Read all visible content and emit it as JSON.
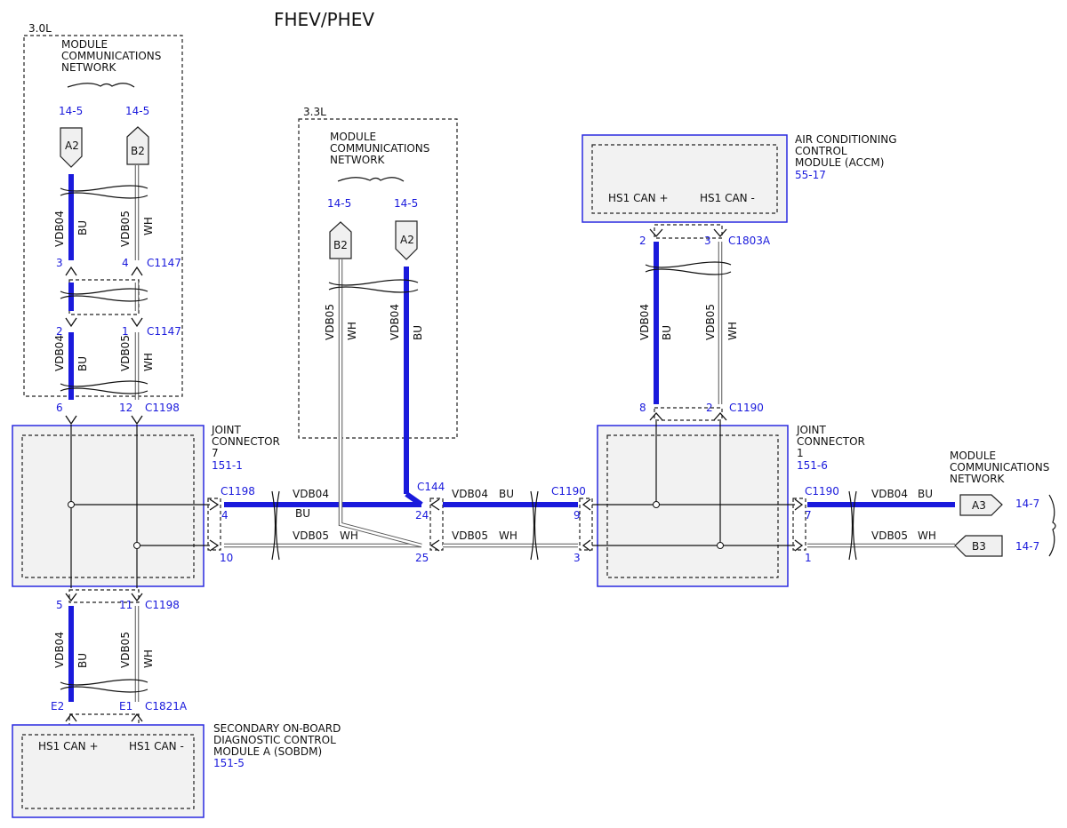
{
  "title": "FHEV/PHEV",
  "engine_30": {
    "label": "3.0L",
    "network_label": [
      "MODULE",
      "COMMUNICATIONS",
      "NETWORK"
    ],
    "ref_a2": "14-5",
    "ref_b2": "14-5",
    "conn_a2": "A2",
    "conn_b2": "B2",
    "c1147": "C1147",
    "c1147b": "C1147",
    "pin3": "3",
    "pin4": "4",
    "pin2": "2",
    "pin1": "1"
  },
  "engine_33": {
    "label": "3.3L",
    "network_label": [
      "MODULE",
      "COMMUNICATIONS",
      "NETWORK"
    ],
    "ref_b2": "14-5",
    "ref_a2": "14-5",
    "conn_b2": "B2",
    "conn_a2": "A2"
  },
  "wires": {
    "vdb04": "VDB04",
    "vdb05": "VDB05",
    "bu": "BU",
    "wh": "WH"
  },
  "joint7": {
    "label": [
      "JOINT",
      "CONNECTOR",
      "7"
    ],
    "ref": "151-1",
    "c1198_top": "C1198",
    "pin6": "6",
    "pin12": "12",
    "c1198_right": "C1198",
    "pin4": "4",
    "pin10": "10",
    "pin5": "5",
    "pin11": "11",
    "c1198_bottom": "C1198"
  },
  "c144": {
    "label": "C144",
    "pin24": "24",
    "pin25": "25"
  },
  "joint1": {
    "label": [
      "JOINT",
      "CONNECTOR",
      "1"
    ],
    "ref": "151-6",
    "c1190_left": "C1190",
    "pin9": "9",
    "pin3": "3",
    "c1190_top": "C1190",
    "pin8": "8",
    "pin2": "2",
    "c1190_right": "C1190",
    "pin7": "7",
    "pin1": "1"
  },
  "accm": {
    "label": [
      "AIR CONDITIONING",
      "CONTROL",
      "MODULE (ACCM)"
    ],
    "ref": "55-17",
    "can_plus": "HS1 CAN +",
    "can_minus": "HS1 CAN -",
    "c1803a": "C1803A",
    "pin2": "2",
    "pin3": "3"
  },
  "network_right": {
    "label": [
      "MODULE",
      "COMMUNICATIONS",
      "NETWORK"
    ],
    "conn_a3": "A3",
    "conn_b3": "B3",
    "ref_a3": "14-7",
    "ref_b3": "14-7"
  },
  "sobdm": {
    "label": [
      "SECONDARY ON-BOARD",
      "DIAGNOSTIC CONTROL",
      "MODULE A (SOBDM)"
    ],
    "ref": "151-5",
    "can_plus": "HS1 CAN +",
    "can_minus": "HS1 CAN -",
    "c1821a": "C1821A",
    "pin_e2": "E2",
    "pin_e1": "E1"
  }
}
